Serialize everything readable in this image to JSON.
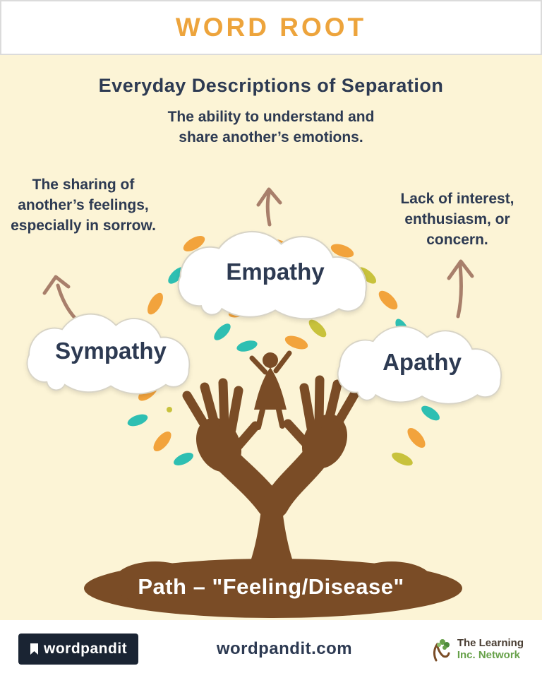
{
  "header": {
    "title": "WORD ROOT"
  },
  "main": {
    "title": "Everyday Descriptions of Separation",
    "concepts": [
      {
        "word": "Sympathy",
        "definition": "The sharing of another’s feelings, especially in sorrow."
      },
      {
        "word": "Empathy",
        "definition": "The ability to understand and share another’s emotions."
      },
      {
        "word": "Apathy",
        "definition": "Lack of interest, enthusiasm, or concern."
      }
    ],
    "root_label": "Path – \"Feeling/Disease\""
  },
  "footer": {
    "logo_text": "wordpandit",
    "site": "wordpandit.com",
    "network_line1": "The Learning",
    "network_line2": "Inc. Network"
  },
  "colors": {
    "background": "#FCF4D6",
    "accent_orange": "#EDA43C",
    "text_navy": "#2D3A52",
    "brown": "#7A4C26",
    "arrow_brown": "#A87F6B",
    "leaf_orange": "#F2A33C",
    "leaf_teal": "#2EBFB2",
    "leaf_olive": "#C8C23C",
    "network_green": "#67A14A"
  }
}
